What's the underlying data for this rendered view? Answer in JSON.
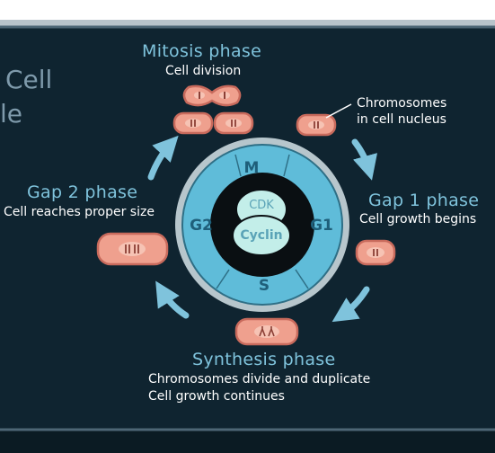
{
  "title": {
    "line1": "Cell",
    "line2": "le"
  },
  "phases": {
    "mitosis": {
      "title": "Mitosis phase",
      "subtitle": "Cell division"
    },
    "gap1": {
      "title": "Gap 1 phase",
      "subtitle": "Cell growth begins"
    },
    "gap2": {
      "title": "Gap 2 phase",
      "subtitle": "Cell reaches proper size"
    },
    "synthesis": {
      "title": "Synthesis phase",
      "line1": "Chromosomes divide and duplicate",
      "line2": "Cell growth continues"
    }
  },
  "annotation": {
    "line1": "Chromosomes",
    "line2": "in cell nucleus"
  },
  "wheel": {
    "m": "M",
    "g1": "G1",
    "g2": "G2",
    "s": "S",
    "cdk": "CDK",
    "cyclin": "Cyclin"
  },
  "colors": {
    "panel": "#0f2430",
    "panel_border": "#4d6675",
    "bezel": "#b8c3ca",
    "cell_fill": "#efa08e",
    "cell_stroke": "#c86a5c",
    "nucleus": "#f6c3b4",
    "arrow": "#7fc3dc",
    "wheel_ring": "#b7c6cc",
    "wheel_fill": "#5fbcd9",
    "wheel_label": "#1f5f7a",
    "protein_fill": "#c3eee9",
    "protein_text": "#5aa3b7",
    "title_text": "#7fc3dc"
  }
}
